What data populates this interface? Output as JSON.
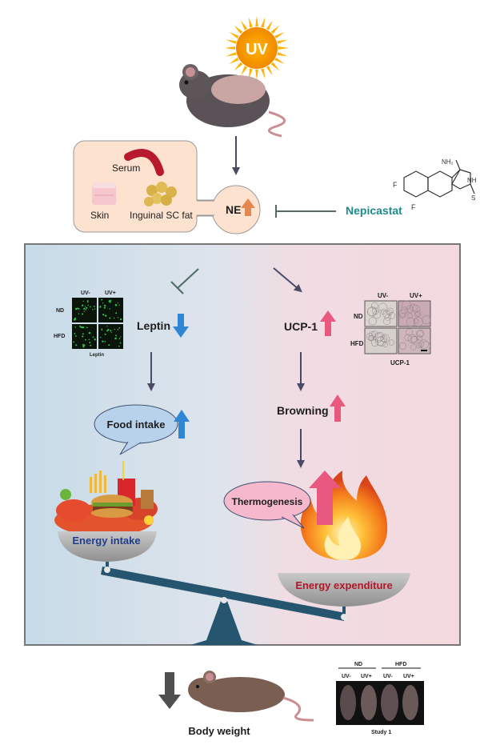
{
  "top": {
    "uv_label": "UV",
    "tissues": {
      "serum": "Serum",
      "skin": "Skin",
      "inguinal": "Inguinal SC fat"
    },
    "ne_label": "NE",
    "inhibitor": "Nepicastat"
  },
  "left_path": {
    "micro_cols": [
      "UV-",
      "UV+"
    ],
    "micro_rows": [
      "ND",
      "HFD"
    ],
    "micro_caption": "Leptin",
    "leptin": "Leptin",
    "food_intake": "Food intake",
    "energy_intake": "Energy intake"
  },
  "right_path": {
    "micro_cols": [
      "UV-",
      "UV+"
    ],
    "micro_rows": [
      "ND",
      "HFD"
    ],
    "micro_caption": "UCP-1",
    "ucp1": "UCP-1",
    "browning": "Browning",
    "thermogenesis": "Thermogenesis",
    "energy_expenditure": "Energy expenditure"
  },
  "bottom": {
    "body_weight": "Body weight",
    "study_groups": [
      "ND",
      "HFD"
    ],
    "study_cols": [
      "UV-",
      "UV+",
      "UV-",
      "UV+"
    ],
    "study_caption": "Study 1"
  },
  "colors": {
    "up_pink": "#e8587f",
    "up_orange": "#e4874f",
    "down_blue": "#2f86d4",
    "inhibitor_teal": "#1f8a8a",
    "energy_intake_text": "#1f3d8c",
    "energy_expenditure_text": "#b0182a"
  }
}
